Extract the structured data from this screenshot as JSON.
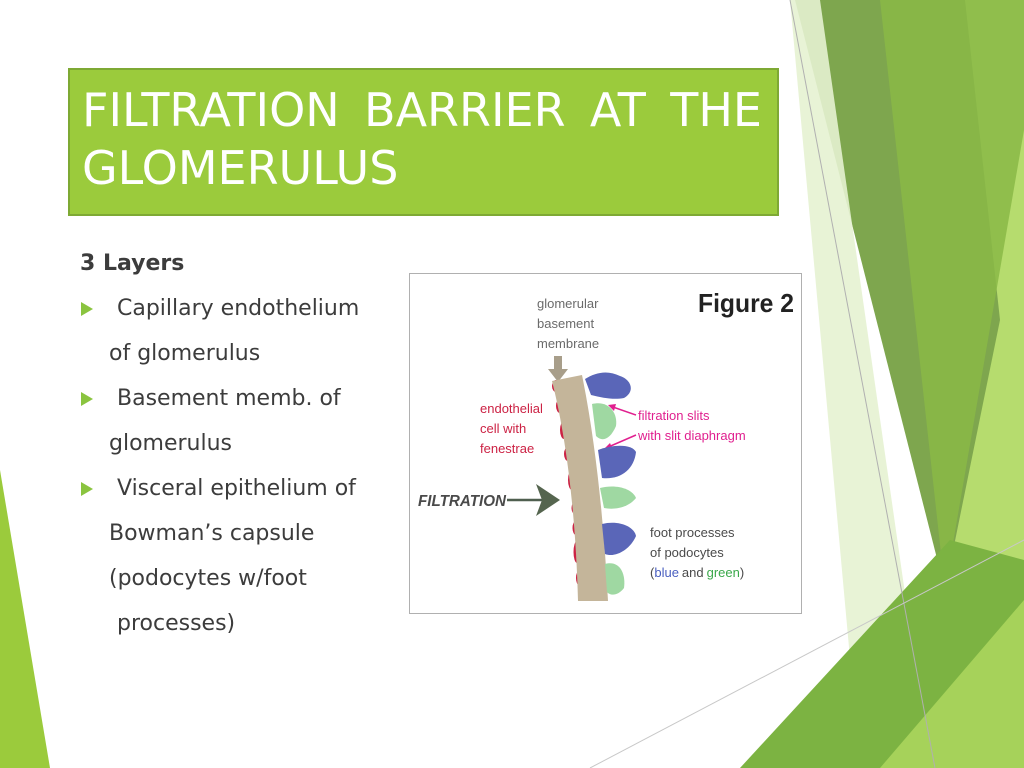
{
  "slide": {
    "title_line1_words": [
      "FILTRATION",
      "BARRIER",
      "AT",
      "THE"
    ],
    "title_line2": "GLOMERULUS",
    "heading": "3 Layers",
    "bullets": [
      {
        "line1": "Capillary endothelium",
        "line2": "of glomerulus"
      },
      {
        "line1": "Basement memb. of",
        "line2": "glomerulus"
      },
      {
        "line1": "Visceral epithelium of",
        "line2": "Bowman’s capsule",
        "line3": "(podocytes w/foot",
        "line4": "processes)"
      }
    ]
  },
  "figure": {
    "label": "Figure 2",
    "gbm_label": [
      "glomerular",
      "basement",
      "membrane"
    ],
    "endothelial_label": [
      "endothelial",
      "cell with",
      "fenestrae"
    ],
    "slits_label": [
      "filtration slits",
      "with slit diaphragm"
    ],
    "filtration_label": "FILTRATION",
    "foot_label": [
      "foot processes",
      "of podocytes"
    ],
    "foot_paren_open": "(",
    "foot_blue": "blue",
    "foot_and": "and",
    "foot_green": "green",
    "foot_paren_close": ")",
    "colors": {
      "endothelial": "#cc2244",
      "membrane": "#c4b59a",
      "podocyte_blue": "#5a66b8",
      "podocyte_green": "#9fd8a2",
      "arrow_magenta": "#e0208f",
      "label_gray": "#6b6b6b"
    }
  },
  "theme": {
    "accent": "#9bcb3c",
    "bullet": "#8ac43f"
  }
}
